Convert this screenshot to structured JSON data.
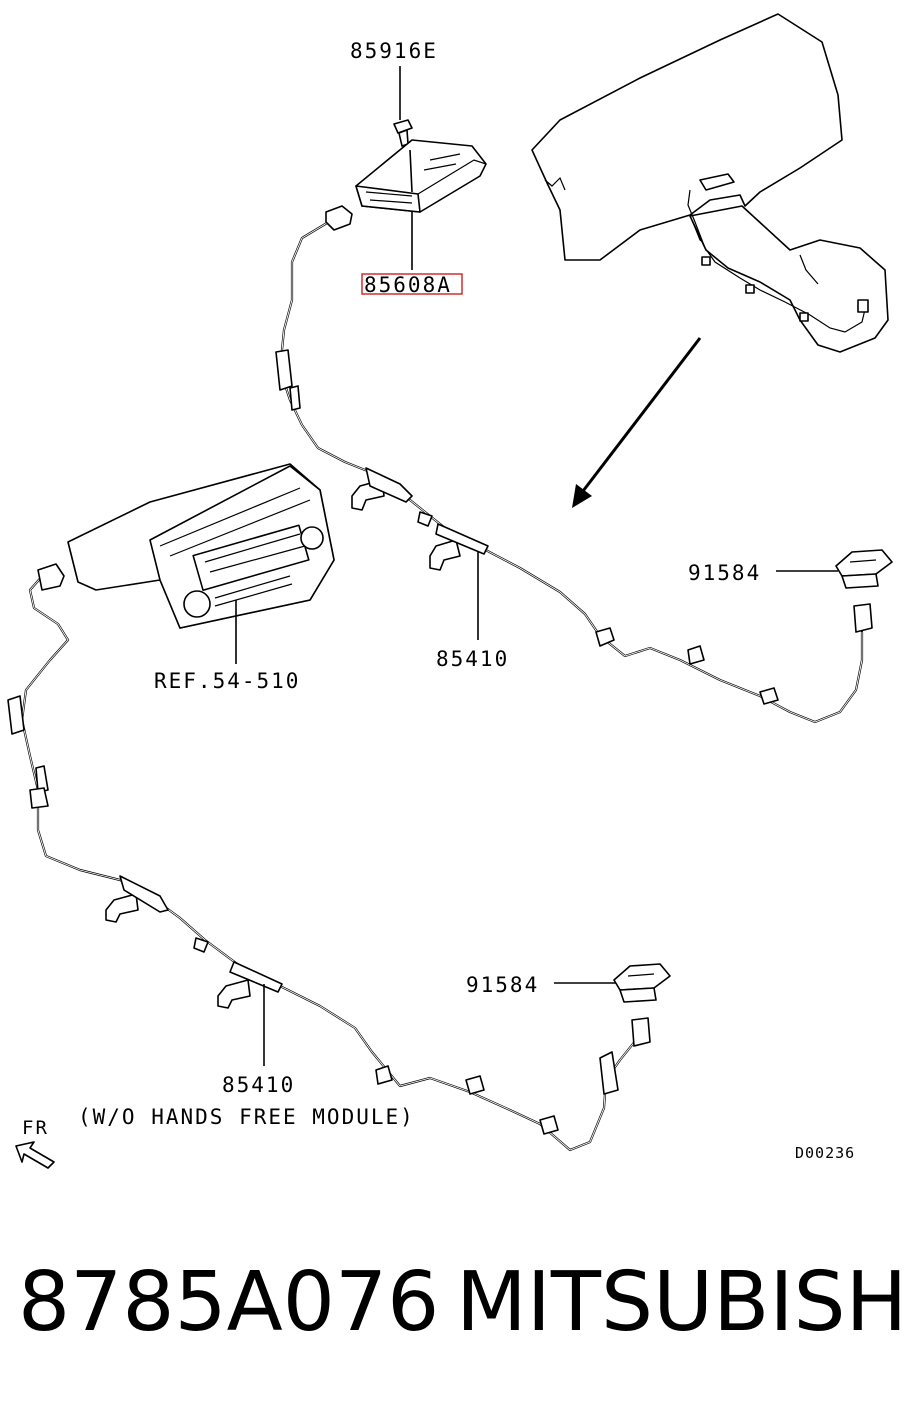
{
  "callouts": {
    "bolt": "85916E",
    "module": "85608A",
    "harness_upper": "85410",
    "jack_upper": "91584",
    "radio_ref": "REF.54-510",
    "harness_lower": "85410",
    "harness_lower_note": "(W/O HANDS FREE MODULE)",
    "jack_lower": "91584"
  },
  "orientation_label": "FR",
  "diagram_code": "D00236",
  "footer": {
    "part_number": "8785A076",
    "brand": "MITSUBISHI"
  },
  "colors": {
    "highlight": "#d02020",
    "ink": "#000000"
  }
}
